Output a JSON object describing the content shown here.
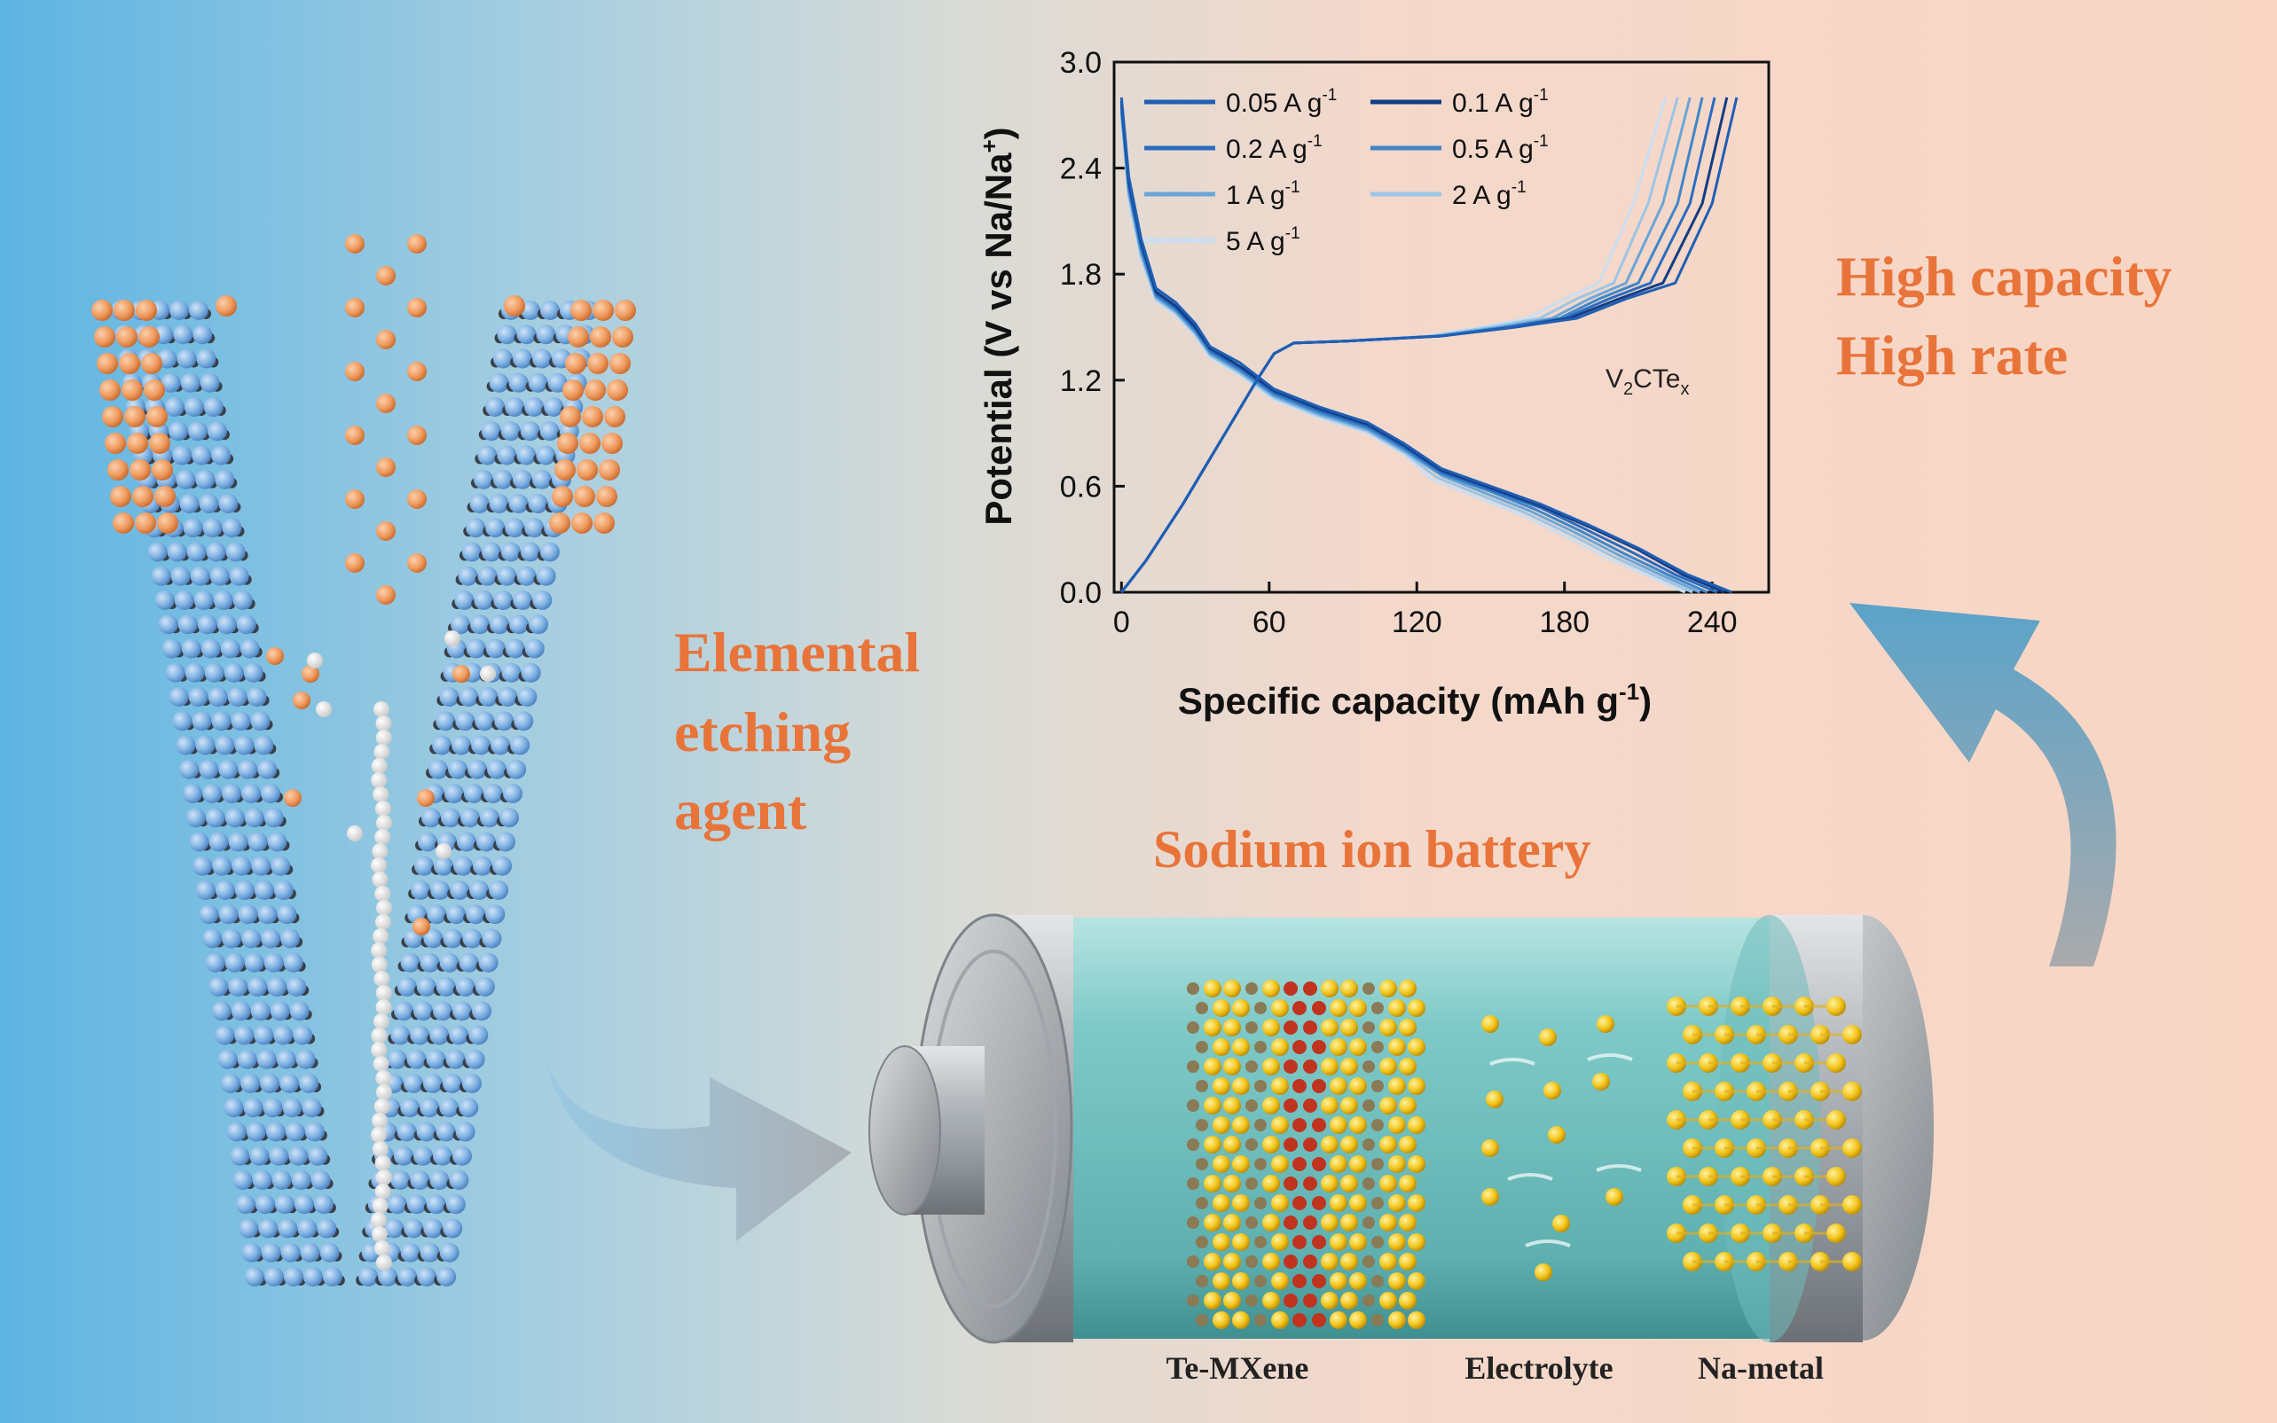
{
  "colors": {
    "bg_left": "#62b7e2",
    "bg_mid": "#d8dad6",
    "bg_right": "#f8d8c8",
    "accent_orange": "#e8743a",
    "atom_blue": "#7fb2e3",
    "atom_orange": "#ef9a5e",
    "atom_white": "#e8e8e8",
    "atom_yellow": "#f2c418",
    "atom_red": "#c0331f",
    "battery_body": "#7cc7c6",
    "battery_cap": "#a8aeb3"
  },
  "texts": {
    "etching_line1": "Elemental",
    "etching_line2": "etching",
    "etching_line3": "agent",
    "battery_title": "Sodium ion battery",
    "result_line1": "High capacity",
    "result_line2": "High rate"
  },
  "battery": {
    "labels": [
      "Te-MXene",
      "Electrolyte",
      "Na-metal"
    ]
  },
  "chart_data": {
    "type": "line",
    "xlabel": "Specific capacity (mAh g",
    "xlabel_sup": "-1",
    "xlabel_end": ")",
    "ylabel": "Potential (V vs Na/Na",
    "ylabel_sup": "+",
    "ylabel_end": ")",
    "annotation_main": "V",
    "annotation_sub1": "2",
    "annotation_mid": "CTe",
    "annotation_sub2": "x",
    "xlim": [
      -3,
      263
    ],
    "ylim": [
      0,
      3.0
    ],
    "xticks": [
      0,
      60,
      120,
      180,
      240
    ],
    "yticks": [
      0.0,
      0.6,
      1.2,
      1.8,
      2.4,
      3.0
    ],
    "xtick_labels": [
      "0",
      "60",
      "120",
      "180",
      "240"
    ],
    "ytick_labels": [
      "0.0",
      "0.6",
      "1.2",
      "1.8",
      "2.4",
      "3.0"
    ],
    "legend_position": "top-left",
    "series": [
      {
        "name": "0.05 A g",
        "unit_sup": "-1",
        "color": "#1f5fb5",
        "discharge": [
          [
            0,
            2.8
          ],
          [
            3,
            2.35
          ],
          [
            8,
            2.0
          ],
          [
            14,
            1.72
          ],
          [
            22,
            1.64
          ],
          [
            30,
            1.52
          ],
          [
            36,
            1.39
          ],
          [
            48,
            1.3
          ],
          [
            62,
            1.15
          ],
          [
            80,
            1.05
          ],
          [
            100,
            0.96
          ],
          [
            115,
            0.84
          ],
          [
            130,
            0.7
          ],
          [
            150,
            0.6
          ],
          [
            170,
            0.5
          ],
          [
            190,
            0.38
          ],
          [
            210,
            0.25
          ],
          [
            230,
            0.1
          ],
          [
            248,
            0.0
          ]
        ],
        "charge": [
          [
            0,
            0.0
          ],
          [
            10,
            0.18
          ],
          [
            25,
            0.5
          ],
          [
            40,
            0.85
          ],
          [
            55,
            1.2
          ],
          [
            62,
            1.35
          ],
          [
            70,
            1.41
          ],
          [
            90,
            1.42
          ],
          [
            130,
            1.45
          ],
          [
            160,
            1.5
          ],
          [
            185,
            1.55
          ],
          [
            205,
            1.66
          ],
          [
            225,
            1.75
          ],
          [
            240,
            2.2
          ],
          [
            250,
            2.8
          ]
        ]
      },
      {
        "name": "0.1 A g",
        "unit_sup": "-1",
        "color": "#123d85",
        "discharge": [
          [
            0,
            2.78
          ],
          [
            3,
            2.33
          ],
          [
            8,
            1.98
          ],
          [
            14,
            1.7
          ],
          [
            22,
            1.62
          ],
          [
            30,
            1.5
          ],
          [
            36,
            1.38
          ],
          [
            48,
            1.28
          ],
          [
            62,
            1.14
          ],
          [
            80,
            1.04
          ],
          [
            100,
            0.95
          ],
          [
            115,
            0.83
          ],
          [
            130,
            0.69
          ],
          [
            150,
            0.59
          ],
          [
            170,
            0.49
          ],
          [
            190,
            0.37
          ],
          [
            210,
            0.24
          ],
          [
            228,
            0.1
          ],
          [
            245,
            0.0
          ]
        ],
        "charge": [
          [
            0,
            0.0
          ],
          [
            10,
            0.18
          ],
          [
            25,
            0.5
          ],
          [
            40,
            0.85
          ],
          [
            55,
            1.2
          ],
          [
            62,
            1.35
          ],
          [
            70,
            1.41
          ],
          [
            90,
            1.42
          ],
          [
            130,
            1.45
          ],
          [
            160,
            1.5
          ],
          [
            182,
            1.55
          ],
          [
            202,
            1.66
          ],
          [
            220,
            1.75
          ],
          [
            236,
            2.2
          ],
          [
            246,
            2.8
          ]
        ]
      },
      {
        "name": "0.2 A g",
        "unit_sup": "-1",
        "color": "#2a6cc0",
        "discharge": [
          [
            0,
            2.76
          ],
          [
            3,
            2.3
          ],
          [
            8,
            1.96
          ],
          [
            14,
            1.69
          ],
          [
            22,
            1.61
          ],
          [
            30,
            1.49
          ],
          [
            36,
            1.37
          ],
          [
            48,
            1.27
          ],
          [
            62,
            1.13
          ],
          [
            80,
            1.03
          ],
          [
            100,
            0.94
          ],
          [
            115,
            0.82
          ],
          [
            130,
            0.68
          ],
          [
            150,
            0.58
          ],
          [
            170,
            0.48
          ],
          [
            188,
            0.36
          ],
          [
            207,
            0.23
          ],
          [
            225,
            0.1
          ],
          [
            242,
            0.0
          ]
        ],
        "charge": [
          [
            0,
            0.0
          ],
          [
            10,
            0.18
          ],
          [
            25,
            0.5
          ],
          [
            40,
            0.85
          ],
          [
            55,
            1.2
          ],
          [
            62,
            1.35
          ],
          [
            70,
            1.41
          ],
          [
            90,
            1.42
          ],
          [
            130,
            1.45
          ],
          [
            158,
            1.5
          ],
          [
            180,
            1.55
          ],
          [
            198,
            1.66
          ],
          [
            215,
            1.75
          ],
          [
            231,
            2.2
          ],
          [
            241,
            2.8
          ]
        ]
      },
      {
        "name": "0.5 A g",
        "unit_sup": "-1",
        "color": "#3f86c9",
        "discharge": [
          [
            0,
            2.74
          ],
          [
            3,
            2.28
          ],
          [
            8,
            1.94
          ],
          [
            14,
            1.68
          ],
          [
            22,
            1.6
          ],
          [
            30,
            1.48
          ],
          [
            36,
            1.36
          ],
          [
            48,
            1.26
          ],
          [
            62,
            1.12
          ],
          [
            80,
            1.02
          ],
          [
            100,
            0.93
          ],
          [
            115,
            0.81
          ],
          [
            130,
            0.67
          ],
          [
            150,
            0.57
          ],
          [
            168,
            0.47
          ],
          [
            186,
            0.35
          ],
          [
            204,
            0.22
          ],
          [
            222,
            0.1
          ],
          [
            238,
            0.0
          ]
        ],
        "charge": [
          [
            0,
            0.0
          ],
          [
            10,
            0.18
          ],
          [
            25,
            0.5
          ],
          [
            40,
            0.85
          ],
          [
            55,
            1.2
          ],
          [
            62,
            1.35
          ],
          [
            70,
            1.41
          ],
          [
            90,
            1.42
          ],
          [
            130,
            1.45
          ],
          [
            156,
            1.5
          ],
          [
            178,
            1.55
          ],
          [
            194,
            1.66
          ],
          [
            210,
            1.75
          ],
          [
            226,
            2.2
          ],
          [
            236,
            2.8
          ]
        ]
      },
      {
        "name": "1 A g",
        "unit_sup": "-1",
        "color": "#6aa6d8",
        "discharge": [
          [
            0,
            2.72
          ],
          [
            3,
            2.26
          ],
          [
            8,
            1.92
          ],
          [
            14,
            1.67
          ],
          [
            22,
            1.59
          ],
          [
            30,
            1.47
          ],
          [
            36,
            1.35
          ],
          [
            48,
            1.25
          ],
          [
            62,
            1.11
          ],
          [
            80,
            1.01
          ],
          [
            100,
            0.92
          ],
          [
            115,
            0.8
          ],
          [
            130,
            0.66
          ],
          [
            148,
            0.56
          ],
          [
            166,
            0.46
          ],
          [
            184,
            0.34
          ],
          [
            202,
            0.21
          ],
          [
            219,
            0.1
          ],
          [
            235,
            0.0
          ]
        ],
        "charge": [
          [
            0,
            0.0
          ],
          [
            10,
            0.18
          ],
          [
            25,
            0.5
          ],
          [
            40,
            0.85
          ],
          [
            55,
            1.2
          ],
          [
            62,
            1.35
          ],
          [
            70,
            1.41
          ],
          [
            90,
            1.42
          ],
          [
            128,
            1.45
          ],
          [
            154,
            1.5
          ],
          [
            175,
            1.55
          ],
          [
            190,
            1.66
          ],
          [
            205,
            1.75
          ],
          [
            220,
            2.2
          ],
          [
            231,
            2.8
          ]
        ]
      },
      {
        "name": "2 A g",
        "unit_sup": "-1",
        "color": "#9cc5e6",
        "discharge": [
          [
            0,
            2.7
          ],
          [
            3,
            2.24
          ],
          [
            8,
            1.9
          ],
          [
            14,
            1.66
          ],
          [
            22,
            1.58
          ],
          [
            30,
            1.46
          ],
          [
            36,
            1.34
          ],
          [
            48,
            1.24
          ],
          [
            62,
            1.1
          ],
          [
            80,
            1.0
          ],
          [
            100,
            0.91
          ],
          [
            115,
            0.79
          ],
          [
            128,
            0.65
          ],
          [
            146,
            0.55
          ],
          [
            164,
            0.45
          ],
          [
            182,
            0.33
          ],
          [
            200,
            0.2
          ],
          [
            216,
            0.1
          ],
          [
            232,
            0.0
          ]
        ],
        "charge": [
          [
            0,
            0.0
          ],
          [
            10,
            0.18
          ],
          [
            25,
            0.5
          ],
          [
            40,
            0.85
          ],
          [
            55,
            1.2
          ],
          [
            62,
            1.35
          ],
          [
            70,
            1.41
          ],
          [
            90,
            1.42
          ],
          [
            126,
            1.45
          ],
          [
            150,
            1.5
          ],
          [
            170,
            1.55
          ],
          [
            185,
            1.66
          ],
          [
            200,
            1.75
          ],
          [
            214,
            2.2
          ],
          [
            226,
            2.8
          ]
        ]
      },
      {
        "name": "5 A g",
        "unit_sup": "-1",
        "color": "#c9def2",
        "discharge": [
          [
            0,
            2.68
          ],
          [
            3,
            2.22
          ],
          [
            8,
            1.88
          ],
          [
            14,
            1.65
          ],
          [
            22,
            1.57
          ],
          [
            30,
            1.45
          ],
          [
            36,
            1.33
          ],
          [
            48,
            1.23
          ],
          [
            62,
            1.09
          ],
          [
            80,
            0.99
          ],
          [
            100,
            0.9
          ],
          [
            115,
            0.78
          ],
          [
            126,
            0.64
          ],
          [
            144,
            0.54
          ],
          [
            162,
            0.44
          ],
          [
            180,
            0.32
          ],
          [
            198,
            0.19
          ],
          [
            213,
            0.1
          ],
          [
            229,
            0.0
          ]
        ],
        "charge": [
          [
            0,
            0.0
          ],
          [
            10,
            0.18
          ],
          [
            25,
            0.5
          ],
          [
            40,
            0.85
          ],
          [
            55,
            1.2
          ],
          [
            62,
            1.35
          ],
          [
            70,
            1.41
          ],
          [
            90,
            1.42
          ],
          [
            124,
            1.45
          ],
          [
            146,
            1.5
          ],
          [
            165,
            1.55
          ],
          [
            180,
            1.66
          ],
          [
            194,
            1.75
          ],
          [
            208,
            2.2
          ],
          [
            221,
            2.8
          ]
        ]
      }
    ]
  }
}
